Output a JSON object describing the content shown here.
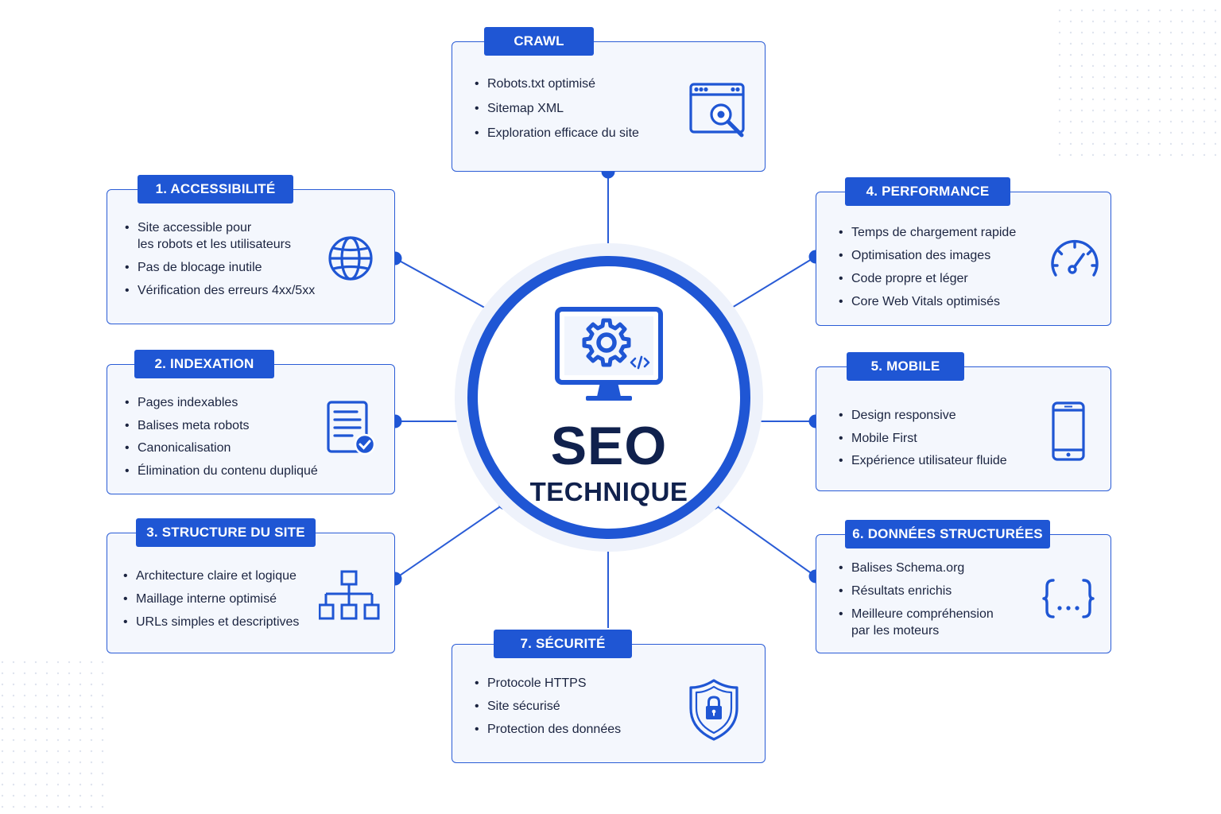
{
  "colors": {
    "accent": "#1f56d4",
    "card_bg": "#f4f7fd",
    "text": "#1b2440",
    "title": "#10214d"
  },
  "center": {
    "title": "SEO",
    "subtitle": "TECHNIQUE",
    "icon": "monitor-gear-code-icon"
  },
  "cards": {
    "crawl": {
      "label": "CRAWL",
      "icon": "browser-search-icon",
      "items": [
        "Robots.txt optimisé",
        "Sitemap XML",
        "Exploration efficace du site"
      ]
    },
    "accessibilite": {
      "label": "1. ACCESSIBILITÉ",
      "icon": "globe-icon",
      "items": [
        "Site accessible pour\nles robots et les utilisateurs",
        "Pas de blocage inutile",
        "Vérification des erreurs 4xx/5xx"
      ]
    },
    "indexation": {
      "label": "2. INDEXATION",
      "icon": "document-check-icon",
      "items": [
        "Pages indexables",
        "Balises meta robots",
        "Canonicalisation",
        "Élimination du contenu dupliqué"
      ]
    },
    "structure": {
      "label": "3. STRUCTURE DU SITE",
      "icon": "sitemap-tree-icon",
      "items": [
        "Architecture claire et logique",
        "Maillage interne optimisé",
        "URLs simples et descriptives"
      ]
    },
    "performance": {
      "label": "4. PERFORMANCE",
      "icon": "speedometer-icon",
      "items": [
        "Temps de chargement rapide",
        "Optimisation des images",
        "Code propre et léger",
        "Core Web Vitals optimisés"
      ]
    },
    "mobile": {
      "label": "5. MOBILE",
      "icon": "smartphone-icon",
      "items": [
        "Design responsive",
        "Mobile First",
        "Expérience utilisateur fluide"
      ]
    },
    "donnees": {
      "label": "6. DONNÉES STRUCTURÉES",
      "icon": "curly-braces-icon",
      "items": [
        "Balises Schema.org",
        "Résultats enrichis",
        "Meilleure compréhension\npar les moteurs"
      ]
    },
    "securite": {
      "label": "7. SÉCURITÉ",
      "icon": "shield-lock-icon",
      "items": [
        "Protocole HTTPS",
        "Site sécurisé",
        "Protection des données"
      ]
    }
  }
}
